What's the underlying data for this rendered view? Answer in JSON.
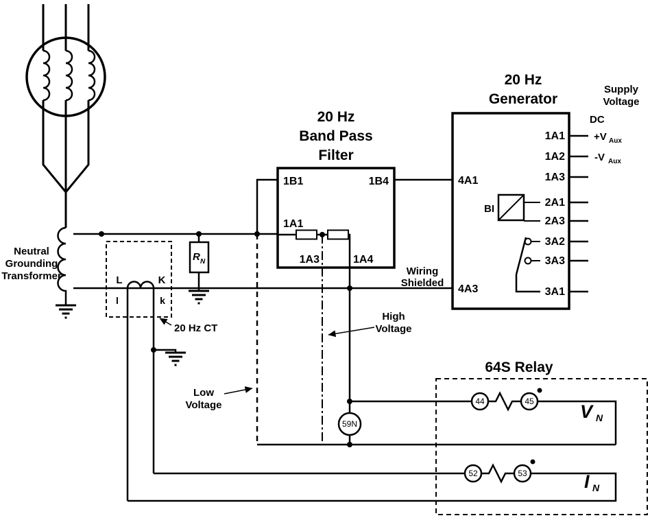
{
  "colors": {
    "line": "#000000",
    "background": "#ffffff"
  },
  "labels": {
    "ngt": [
      "Neutral",
      "Grounding",
      "Transformer"
    ],
    "rn_main": "R",
    "rn_sub": "N",
    "ct_caption": "20 Hz CT",
    "ct_L": "L",
    "ct_K": "K",
    "ct_l": "l",
    "ct_k": "k",
    "filter_title": [
      "20 Hz",
      "Band Pass",
      "Filter"
    ],
    "filter_1b1": "1B1",
    "filter_1b4": "1B4",
    "filter_1a1": "1A1",
    "filter_1a3": "1A3",
    "filter_1a4": "1A4",
    "gen_title": [
      "20 Hz",
      "Generator"
    ],
    "gen_4a1": "4A1",
    "gen_4a3": "4A3",
    "gen_right": [
      "1A1",
      "1A2",
      "1A3",
      "2A1",
      "2A3",
      "3A2",
      "3A3",
      "3A1"
    ],
    "gen_bi": "BI",
    "supply_title": [
      "Supply",
      "Voltage"
    ],
    "supply_dc": "DC",
    "supply_plus_main": "+V",
    "supply_plus_sub": "Aux",
    "supply_minus_main": "-V",
    "supply_minus_sub": "Aux",
    "wiring_shielded": [
      "Wiring",
      "Shielded"
    ],
    "high_voltage": [
      "High",
      "Voltage"
    ],
    "low_voltage": [
      "Low",
      "Voltage"
    ],
    "relay_title": "64S Relay",
    "c44": "44",
    "c45": "45",
    "c52": "52",
    "c53": "53",
    "vn_main": "V",
    "vn_sub": "N",
    "in_main": "I",
    "in_sub": "N",
    "v59n": "59N"
  }
}
